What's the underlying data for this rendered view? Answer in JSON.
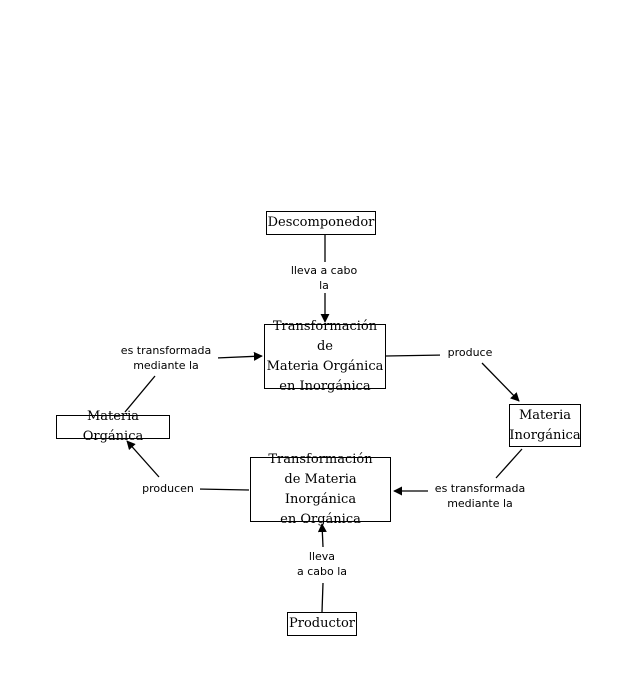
{
  "nodes": {
    "descomponedor": "Descomponedor",
    "transf_org_inorg": "Transformación de\nMateria Orgánica\nen Inorgánica",
    "materia_inorganica": "Materia\nInorgánica",
    "transf_inorg_org": "Transformación\nde Materia Inorgánica\nen Orgánica",
    "materia_organica": "Materia Orgánica",
    "productor": "Productor"
  },
  "links": {
    "lleva_a_cabo_top": "lleva a cabo\nla",
    "produce": "produce",
    "es_transformada_right": "es transformada\nmediante la",
    "lleva_a_cabo_bottom": "lleva\na cabo la",
    "producen": "producen",
    "es_transformada_left": "es transformada\nmediante la"
  }
}
